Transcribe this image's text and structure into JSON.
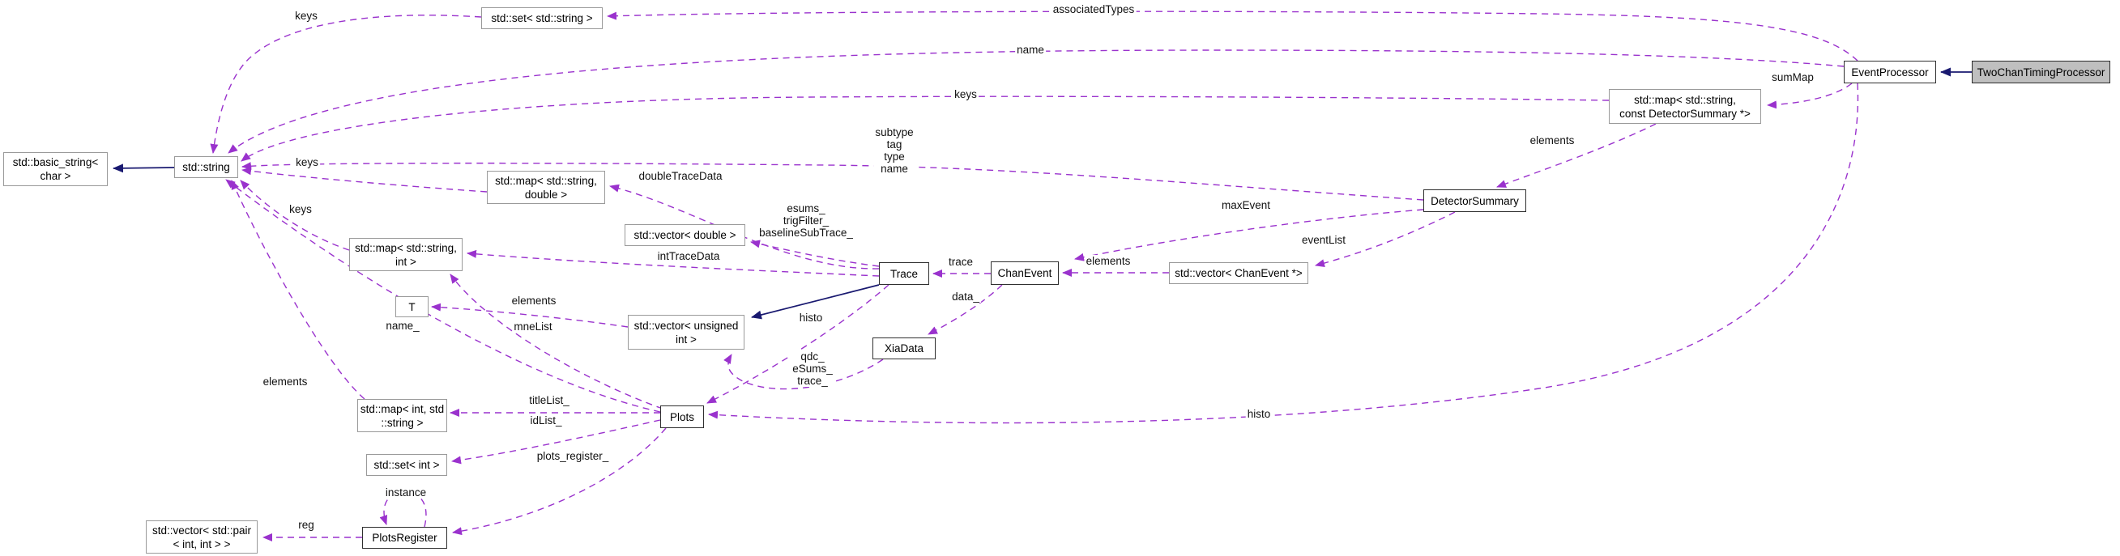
{
  "diagram": {
    "kind": "collaboration-graph",
    "highlighted_class": "TwoChanTimingProcessor",
    "colors": {
      "usage_edge": "#9a32cd",
      "inheritance_edge": "#191970",
      "node_fill": "#ffffff",
      "highlight_fill": "#bfbfbf",
      "node_border": "#2f2f2f",
      "stl_border": "#9a9a9a"
    },
    "nodes": {
      "basic_string": {
        "lines": [
          "std::basic_string<",
          "char >"
        ]
      },
      "std_string": {
        "label": "std::string"
      },
      "set_string": {
        "label": "std::set< std::string >"
      },
      "map_string_double": {
        "lines": [
          "std::map< std::string,",
          "double >"
        ]
      },
      "map_detsum": {
        "lines": [
          "std::map< std::string,",
          "const DetectorSummary *>"
        ]
      },
      "event_processor": {
        "label": "EventProcessor"
      },
      "two_chan": {
        "label": "TwoChanTimingProcessor"
      },
      "detector_summary": {
        "label": "DetectorSummary"
      },
      "vector_double": {
        "label": "std::vector< double >"
      },
      "map_string_int": {
        "lines": [
          "std::map< std::string,",
          "int >"
        ]
      },
      "trace": {
        "label": "Trace"
      },
      "chan_event": {
        "label": "ChanEvent"
      },
      "vector_chanevent": {
        "label": "std::vector< ChanEvent *>"
      },
      "t_node": {
        "label": "T"
      },
      "vector_unsigned": {
        "lines": [
          "std::vector< unsigned",
          "int >"
        ]
      },
      "xiadata": {
        "label": "XiaData"
      },
      "plots": {
        "label": "Plots"
      },
      "map_int_string": {
        "lines": [
          "std::map< int, std",
          "::string >"
        ]
      },
      "set_int": {
        "label": "std::set< int >"
      },
      "plots_register": {
        "label": "PlotsRegister"
      },
      "vector_pair": {
        "lines": [
          "std::vector< std::pair",
          "< int, int > >"
        ]
      }
    },
    "edge_labels": {
      "keys_top": "keys",
      "associated_types": "associatedTypes",
      "name": "name",
      "keys_2": "keys",
      "sum_map": "sumMap",
      "elements_detsum": "elements",
      "subtype_block": {
        "lines": [
          "subtype",
          "tag",
          "type",
          "name"
        ]
      },
      "keys_3": "keys",
      "double_trace_data": "doubleTraceData",
      "max_event": "maxEvent",
      "keys_4": "keys",
      "esums_block": {
        "lines": [
          "esums_",
          "trigFilter_",
          "baselineSubTrace_"
        ]
      },
      "int_trace_data": "intTraceData",
      "trace": "trace",
      "elements_chan": "elements",
      "event_list": "eventList",
      "data": "data_",
      "elements_t": "elements",
      "mne_list": "mneList",
      "name_u": "name_",
      "histo_1": "histo",
      "qdc_block": {
        "lines": [
          "qdc_",
          "eSums_",
          "trace_"
        ]
      },
      "elements_bl": "elements",
      "title_list": "titleList_",
      "id_list": "idList_",
      "plots_register": "plots_register_",
      "histo_2": "histo",
      "instance": "instance",
      "reg": "reg"
    }
  }
}
